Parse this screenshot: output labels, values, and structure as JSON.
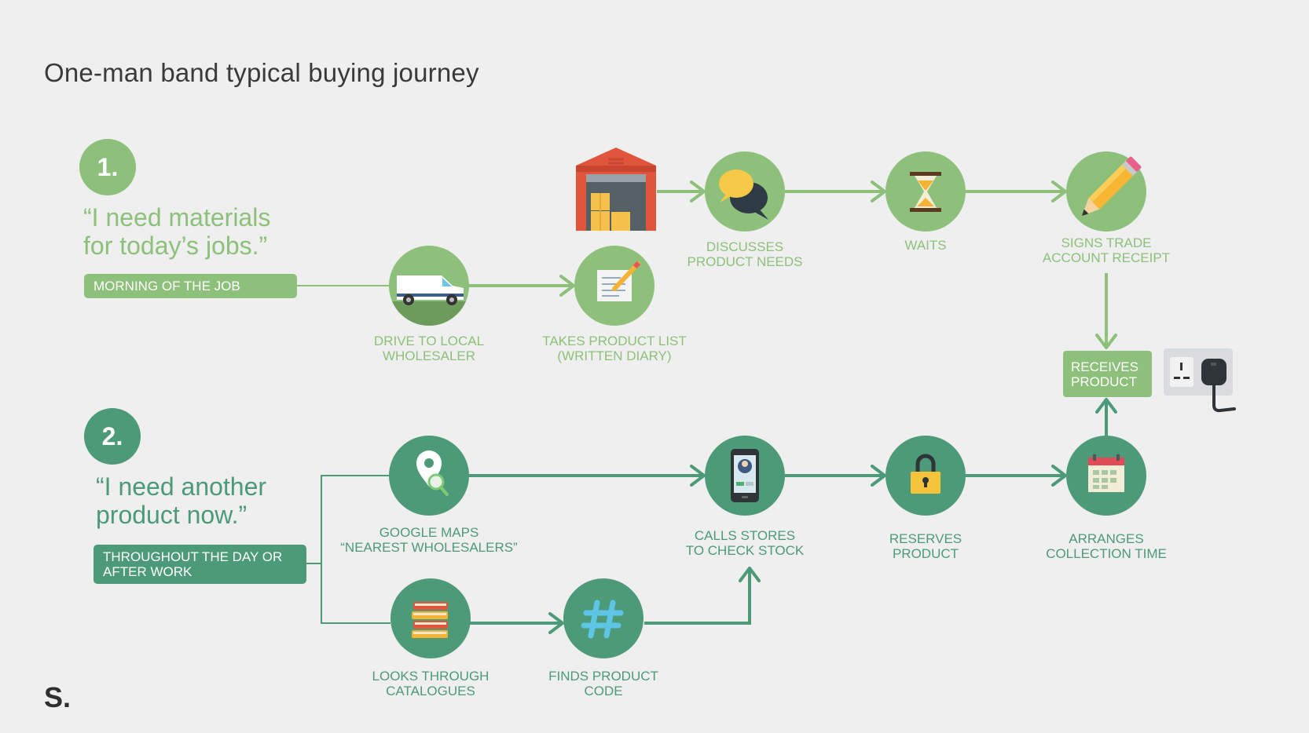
{
  "title": "One-man band typical buying journey",
  "logo": "S.",
  "colors": {
    "light_green": "#8dc07a",
    "dark_green": "#4d9a78",
    "background": "#efefef"
  },
  "journey1": {
    "number": "1.",
    "quote_line1": "“I need materials",
    "quote_line2": "for today’s jobs.”",
    "timing": "MORNING OF THE JOB",
    "steps": {
      "drive": {
        "icon": "van-icon",
        "line1": "DRIVE TO LOCAL",
        "line2": "WHOLESALER"
      },
      "list": {
        "icon": "notepad-icon",
        "line1": "TAKES PRODUCT LIST",
        "line2": "(WRITTEN DIARY)"
      },
      "warehouse": {
        "icon": "warehouse-icon"
      },
      "discuss": {
        "icon": "speech-bubbles-icon",
        "line1": "DISCUSSES",
        "line2": "PRODUCT NEEDS"
      },
      "waits": {
        "icon": "hourglass-icon",
        "line1": "WAITS"
      },
      "signs": {
        "icon": "pencil-icon",
        "line1": "SIGNS TRADE",
        "line2": "ACCOUNT RECEIPT"
      }
    }
  },
  "receive": {
    "line1": "RECEIVES",
    "line2": "PRODUCT",
    "icon": "power-socket-icon"
  },
  "journey2": {
    "number": "2.",
    "quote_line1": "“I need another",
    "quote_line2": "product now.”",
    "timing_line1": "THROUGHOUT THE DAY OR",
    "timing_line2": "AFTER WORK",
    "steps": {
      "maps": {
        "icon": "map-pin-search-icon",
        "line1": "GOOGLE MAPS",
        "line2": "“NEAREST WHOLESALERS”"
      },
      "calls": {
        "icon": "phone-icon",
        "line1": "CALLS STORES",
        "line2": "TO CHECK STOCK"
      },
      "reserves": {
        "icon": "padlock-icon",
        "line1": "RESERVES",
        "line2": "PRODUCT"
      },
      "arranges": {
        "icon": "calendar-icon",
        "line1": "ARRANGES",
        "line2": "COLLECTION TIME"
      },
      "catalogues": {
        "icon": "books-icon",
        "line1": "LOOKS THROUGH",
        "line2": "CATALOGUES"
      },
      "code": {
        "icon": "hashtag-icon",
        "line1": "FINDS PRODUCT",
        "line2": "CODE"
      }
    }
  }
}
